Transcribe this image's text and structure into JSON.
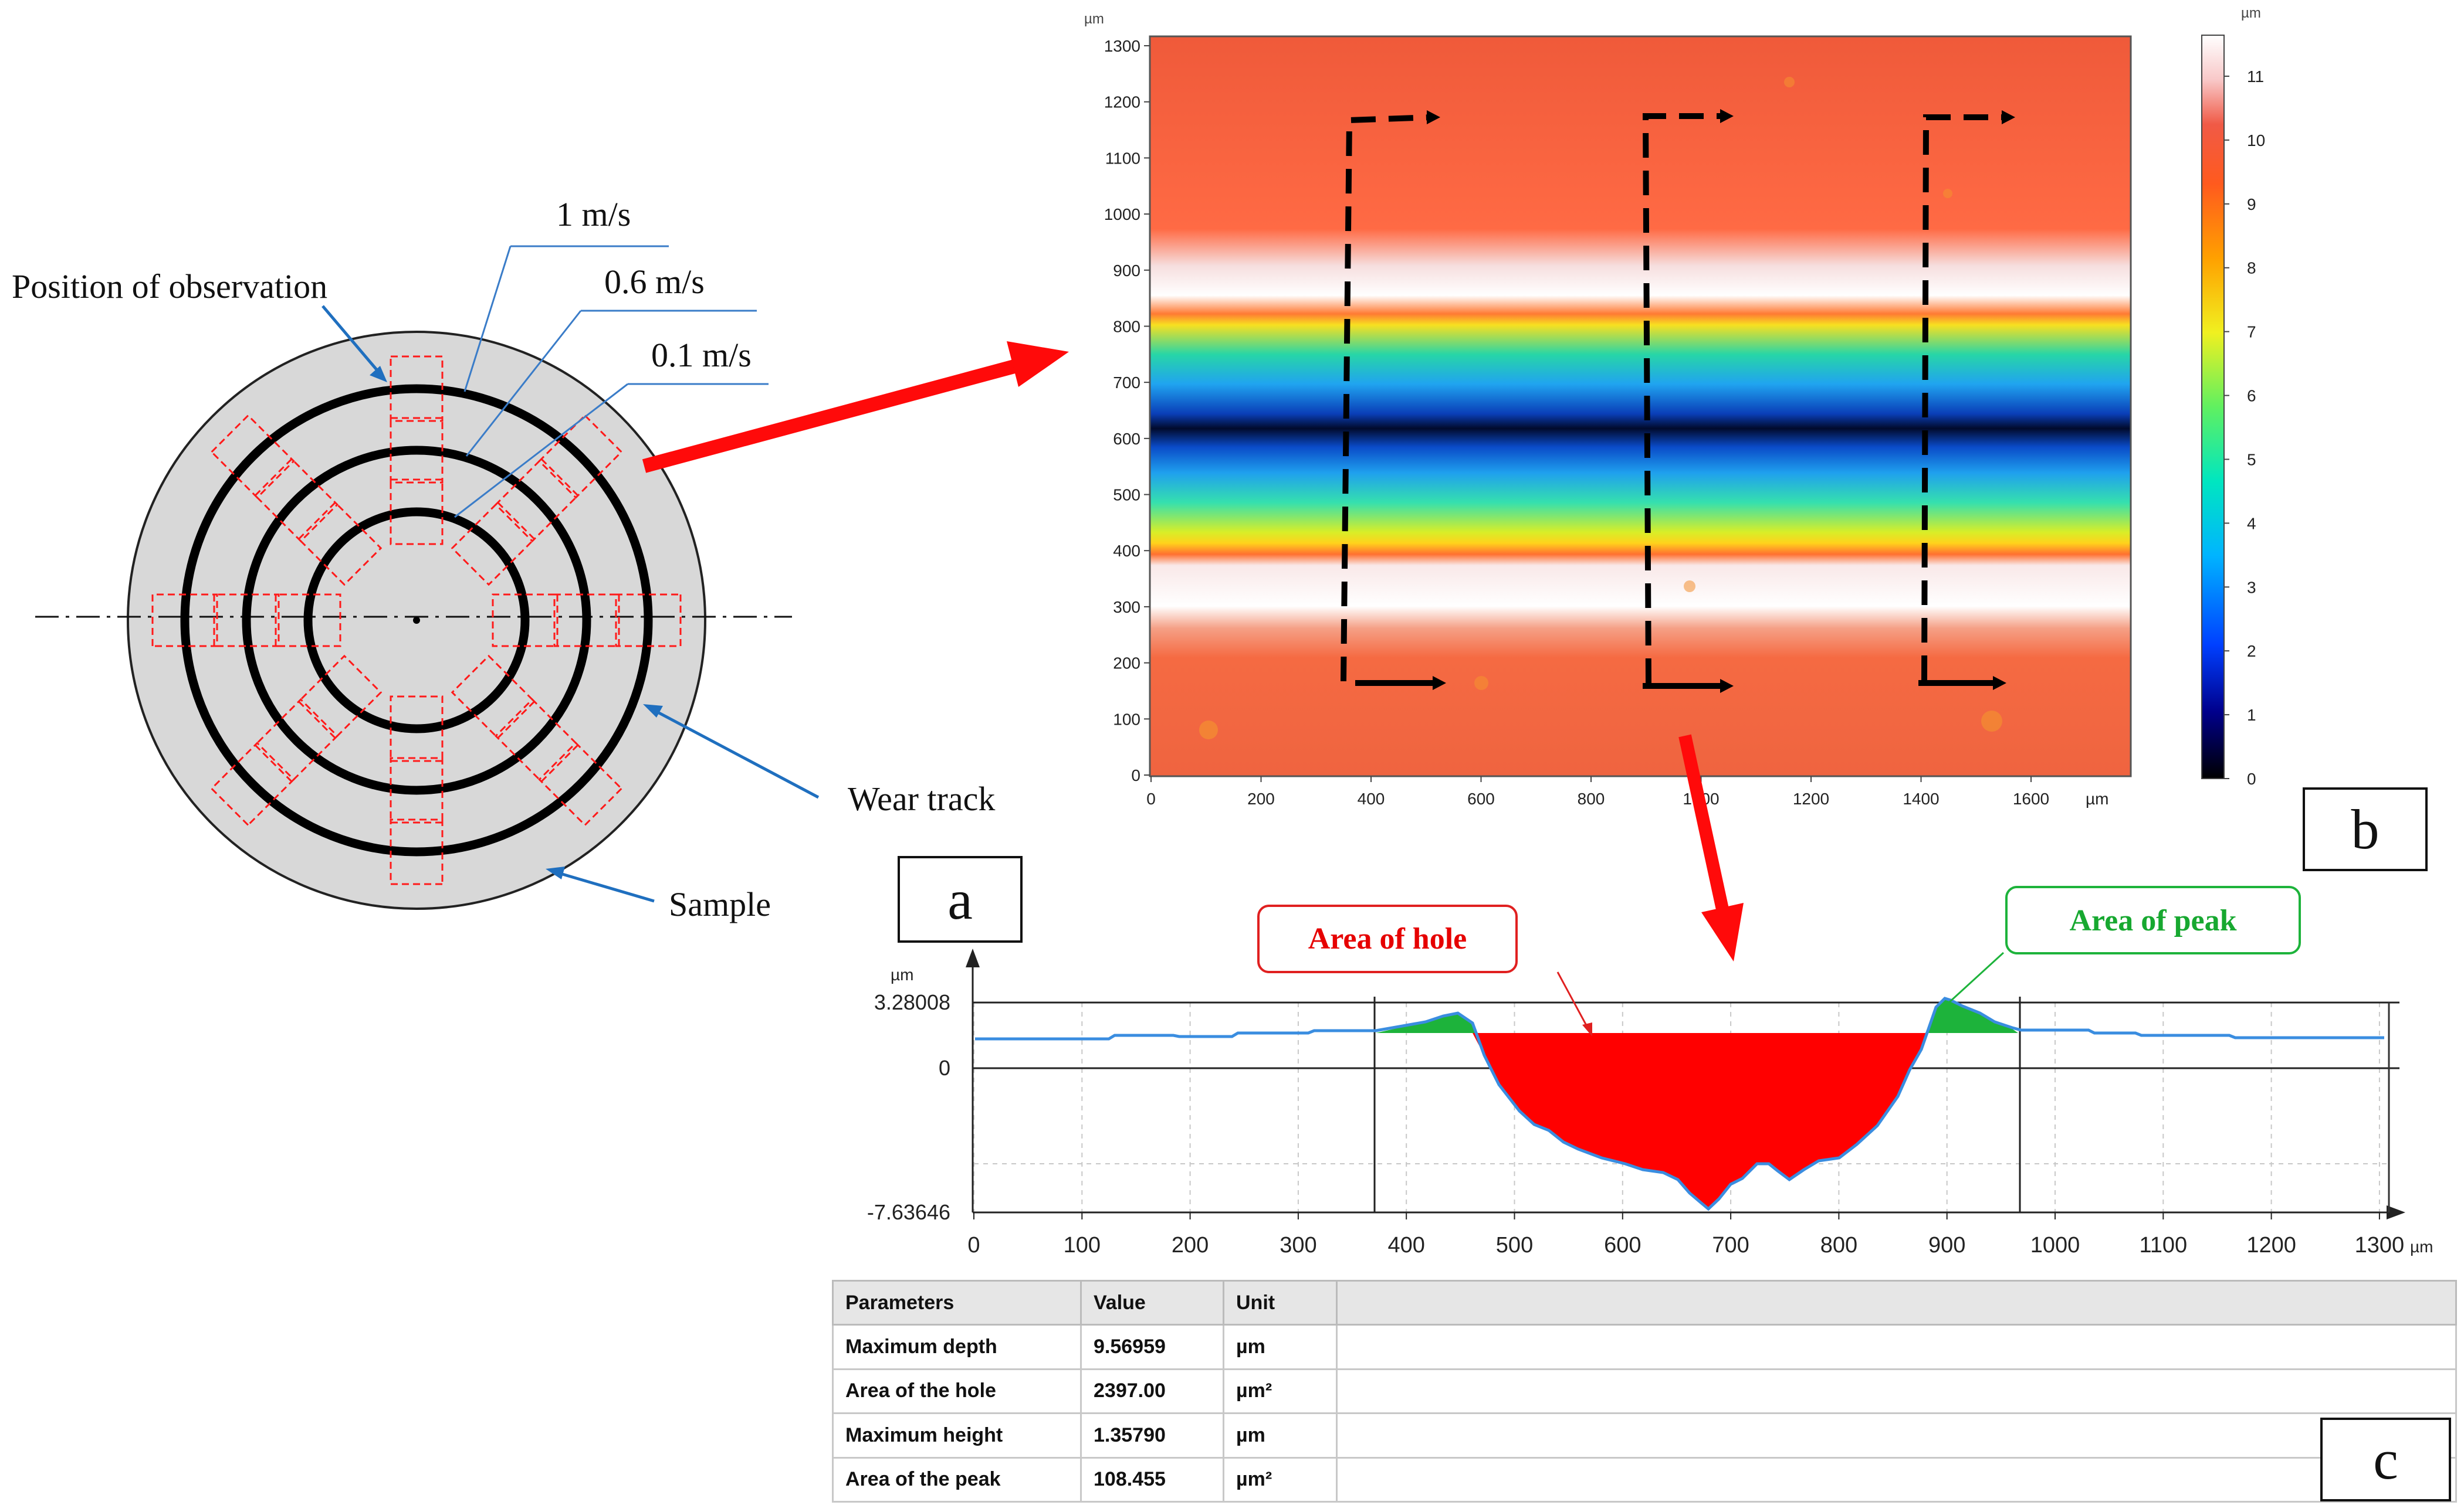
{
  "panel_a": {
    "label": "a",
    "callouts": {
      "position": "Position of observation",
      "speed1": "1 m/s",
      "speed2": "0.6 m/s",
      "speed3": "0.1 m/s",
      "wear_track": "Wear track",
      "sample": "Sample"
    }
  },
  "panel_b": {
    "label": "b",
    "y_unit": "µm",
    "x_unit": "µm",
    "y_ticks": [
      "0",
      "100",
      "200",
      "300",
      "400",
      "500",
      "600",
      "700",
      "800",
      "900",
      "1000",
      "1100",
      "1200",
      "1300"
    ],
    "x_ticks": [
      "0",
      "200",
      "400",
      "600",
      "800",
      "1000",
      "1200",
      "1400",
      "1600"
    ],
    "colorbar_unit": "µm",
    "colorbar_ticks": [
      "0",
      "1",
      "2",
      "3",
      "4",
      "5",
      "6",
      "7",
      "8",
      "9",
      "10",
      "11"
    ]
  },
  "panel_c": {
    "label": "c",
    "y_unit": "µm",
    "x_unit": "µm",
    "y_ticks": [
      "3.28008",
      "0",
      "-7.63646"
    ],
    "x_ticks": [
      "0",
      "100",
      "200",
      "300",
      "400",
      "500",
      "600",
      "700",
      "800",
      "900",
      "1000",
      "1100",
      "1200",
      "1300"
    ],
    "hole_label": "Area of hole",
    "peak_label": "Area of peak",
    "colors": {
      "hole": "#ff0000",
      "peak": "#1db33b",
      "profile": "#3a8de0"
    },
    "table": {
      "headers": [
        "Parameters",
        "Value",
        "Unit"
      ],
      "rows": [
        {
          "param": "Maximum depth",
          "value": "9.56959",
          "unit": "µm"
        },
        {
          "param": "Area of the hole",
          "value": "2397.00",
          "unit": "µm²"
        },
        {
          "param": "Maximum height",
          "value": "1.35790",
          "unit": "µm"
        },
        {
          "param": "Area of the peak",
          "value": "108.455",
          "unit": "µm²"
        }
      ]
    }
  }
}
